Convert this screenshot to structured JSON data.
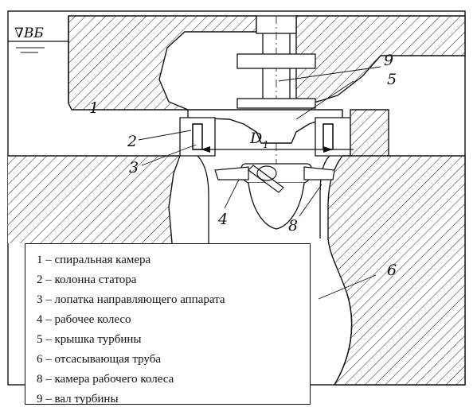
{
  "diagram": {
    "water_level_label": "∇ВБ",
    "dimension_label": "D",
    "dimension_subscript": "1",
    "callouts": [
      "1",
      "2",
      "3",
      "4",
      "5",
      "6",
      "8",
      "9"
    ]
  },
  "legend": {
    "items": [
      "1 – спиральная камера",
      "2 – колонна статора",
      "3 – лопатка направляющего аппарата",
      "4 – рабочее колесо",
      "5 – крышка турбины",
      "6 – отсасывающая труба",
      "8 – камера рабочего колеса",
      "9 – вал турбины"
    ]
  }
}
